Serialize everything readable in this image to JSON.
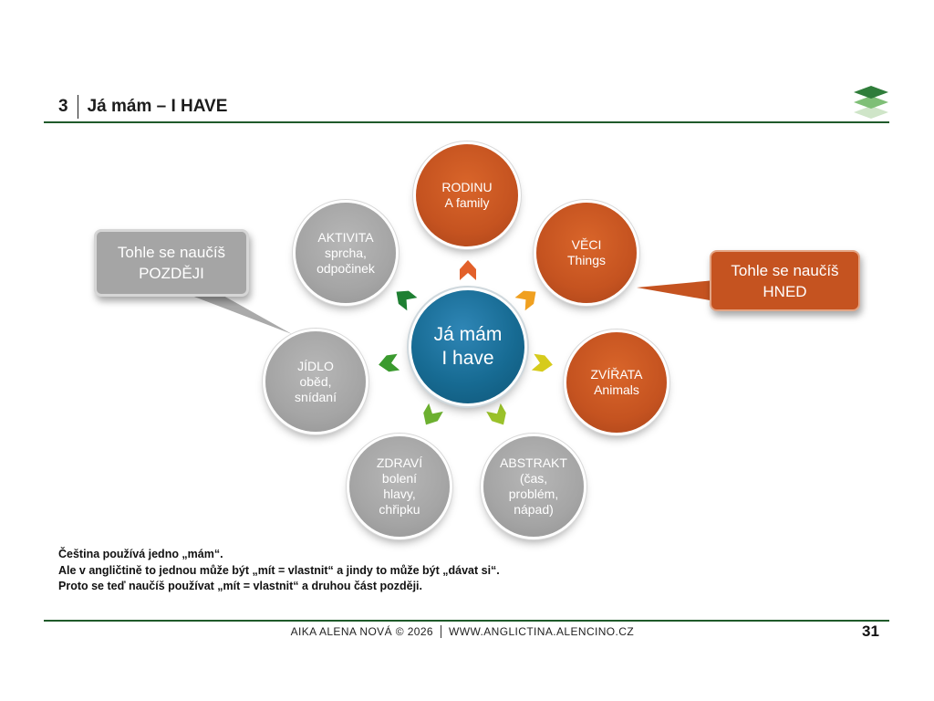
{
  "header": {
    "number": "3",
    "title": "Já mám – I HAVE"
  },
  "center": {
    "line1": "Já mám",
    "line2": "I have"
  },
  "bubbles": [
    {
      "key": "rodinu",
      "lines": [
        "RODINU",
        "A family"
      ],
      "color": "orange"
    },
    {
      "key": "veci",
      "lines": [
        "VĚCI",
        "Things"
      ],
      "color": "orange"
    },
    {
      "key": "zvirata",
      "lines": [
        "ZVÍŘATA",
        "Animals"
      ],
      "color": "orange"
    },
    {
      "key": "abstrakt",
      "lines": [
        "ABSTRAKT",
        "(čas,",
        "problém,",
        "nápad)"
      ],
      "color": "grey"
    },
    {
      "key": "zdravi",
      "lines": [
        "ZDRAVÍ",
        "bolení",
        "hlavy,",
        "chřipku"
      ],
      "color": "grey"
    },
    {
      "key": "jidlo",
      "lines": [
        "JÍDLO",
        "oběd,",
        "snídaní"
      ],
      "color": "grey"
    },
    {
      "key": "aktivita",
      "lines": [
        "AKTIVITA",
        "sprcha,",
        "odpočinek"
      ],
      "color": "grey"
    }
  ],
  "callouts": {
    "later": {
      "line1": "Tohle se naučíš",
      "line2": "POZDĚJI"
    },
    "now": {
      "line1": "Tohle se naučíš",
      "line2": "HNED"
    }
  },
  "notes": [
    "Čeština používá jedno „mám“.",
    "Ale v angličtině to jednou může být „mít = vlastnit“ a jindy to může být „dávat si“.",
    "Proto se teď naučíš používat „mít = vlastnit“ a druhou část později."
  ],
  "footer": {
    "author": "AIKA ALENA NOVÁ © 2026",
    "website": "WWW.ANGLICTINA.ALENCINO.CZ",
    "page": "31"
  },
  "colors": {
    "orange": "#c55320",
    "grey": "#a5a5a5",
    "center_blue": "#176b93",
    "rule_green": "#1f5a2a"
  },
  "icons": {
    "logo": "stacked-layers-icon",
    "arrow": "chevron-arrow-icon"
  }
}
